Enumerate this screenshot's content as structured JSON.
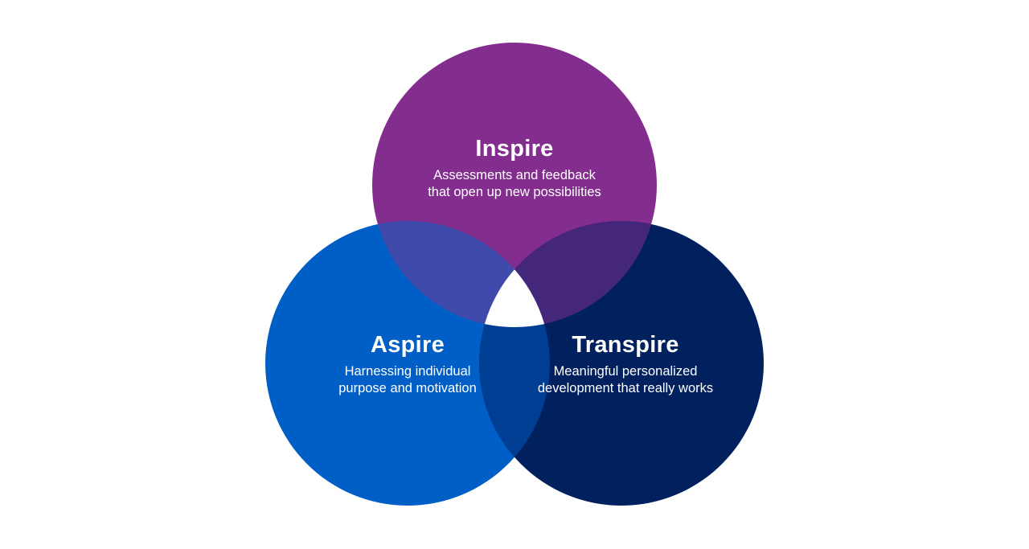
{
  "colors": {
    "inspire": "#832d8e",
    "aspire": "#005fc6",
    "transpire": "#00205e",
    "inspire_aspire": "#3f4aaa",
    "inspire_transpire": "#44267a",
    "aspire_transpire": "#003e94",
    "center": "#ffffff",
    "text": "#ffffff"
  },
  "circles": [
    {
      "id": "inspire",
      "title": "Inspire",
      "description": "Assessments and feedback that open up new possibilities"
    },
    {
      "id": "aspire",
      "title": "Aspire",
      "description": "Harnessing individual purpose and motivation"
    },
    {
      "id": "transpire",
      "title": "Transpire",
      "description": "Meaningful personalized development that really works"
    }
  ]
}
